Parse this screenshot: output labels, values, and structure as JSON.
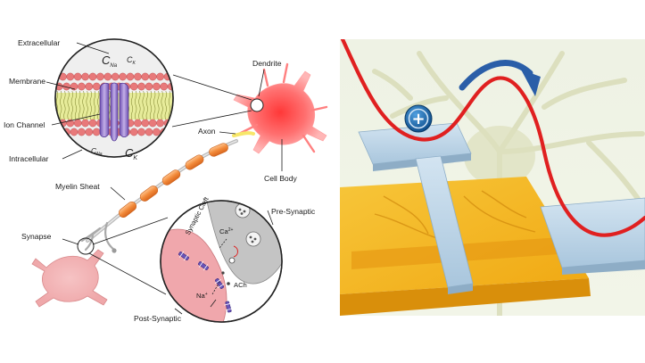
{
  "left_panel": {
    "labels": {
      "extracellular": "Extracellular",
      "membrane": "Membrane",
      "ion_channel": "Ion Channel",
      "intracellular": "Intracellular",
      "dendrite": "Dendrite",
      "axon": "Axon",
      "cell_body": "Cell Body",
      "myelin_sheath": "Myelin Sheat",
      "synapse": "Synapse",
      "synaptic_cleft": "Synaptic Cleft",
      "pre_synaptic": "Pre-Synaptic",
      "post_synaptic": "Post-Synaptic"
    },
    "concentrations": {
      "c_na_top": {
        "base": "C",
        "sub": "Na"
      },
      "c_k_top": {
        "base": "C",
        "sub": "K"
      },
      "c_na_bottom": {
        "base": "C",
        "sub": "Na"
      },
      "c_k_bottom": {
        "base": "C",
        "sub": "K"
      }
    },
    "ions": {
      "ca": {
        "base": "Ca",
        "sup": "2+"
      },
      "ach": "ACh",
      "na": {
        "base": "Na",
        "sup": "+"
      }
    }
  },
  "right_panel": {
    "symbol": "+"
  },
  "colors": {
    "neuron": "#f2aeb0",
    "neuron_glow": "#ff3b3b",
    "myelin": "#f08a3a",
    "ion_channel": "#8a6fc4",
    "lipid_head": "#e8797a",
    "membrane_tail": "#e7ec9a",
    "red_wave": "#e02020",
    "blue_arrow": "#2a5ea8",
    "orange_block": "#f2b21e",
    "electrode": "#b9d2e6"
  }
}
